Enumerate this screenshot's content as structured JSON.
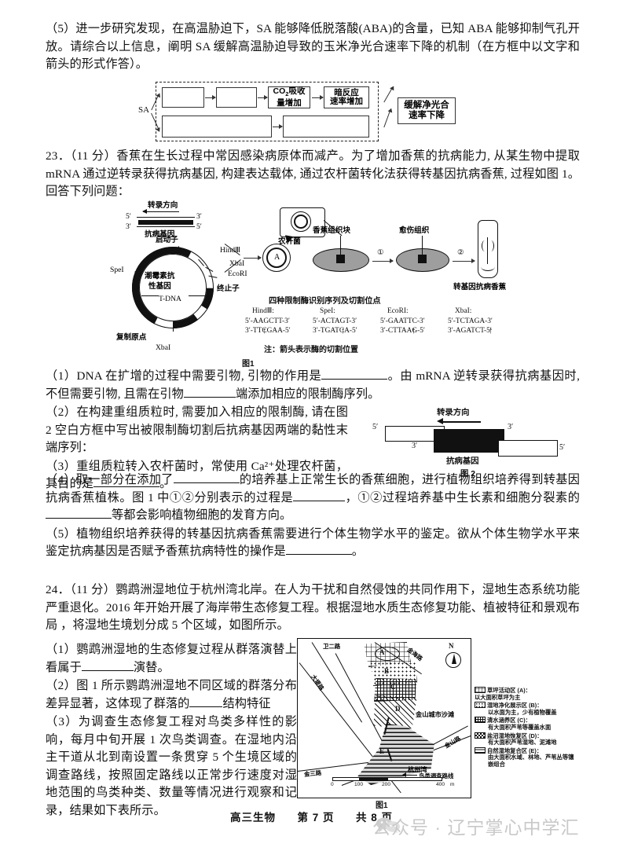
{
  "question22": {
    "part5": "（5）进一步研究发现，在高温胁迫下，SA 能够降低脱落酸(ABA)的含量，已知 ABA 能够抑制气孔开放。请综合以上信息，阐明 SA 缓解高温胁迫导致的玉米净光合速率下降的机制（在方框中以文字和箭头的形式作答）。",
    "flow": {
      "source_label": "SA",
      "box_co2": "CO₂吸收量增加",
      "box_co2_line1": "CO",
      "box_co2_sub": "2",
      "box_co2_rest": "吸收",
      "box_co2_line2": "量增加",
      "box_dark_line1": "暗反应",
      "box_dark_line2": "速率增加",
      "box_result_line1": "缓解净光合",
      "box_result_line2": "速率下降",
      "empty_boxes": [
        "",
        "",
        "",
        ""
      ]
    }
  },
  "question23": {
    "stem": "23．（11 分）香蕉在生长过程中常因感染病原体而减产。为了增加香蕉的抗病能力, 从某生物中提取 mRNA 通过逆转录获得抗病基因, 构建表达载体, 通过农杆菌转化法获得转基因抗病香蕉, 过程如图 1。回答下列问题：",
    "figure1": {
      "caption": "图1",
      "transcription_direction": "转录方向",
      "gene_label": "抗病基因",
      "five_prime": "5′",
      "three_prime": "3′",
      "plasmid": {
        "promoter": "启动子",
        "terminator": "终止子",
        "resistance_gene_line1": "潮霉素抗",
        "resistance_gene_line2": "性基因",
        "tdna": "T-DNA",
        "origin": "复制原点",
        "sites": [
          "SpeI",
          "HindⅢ",
          "XbaI",
          "EcoRI",
          "XbaI"
        ]
      },
      "agrobacterium": "农杆菌",
      "agro_letter": "A",
      "banana_tissue": "香蕉组织块",
      "callus": "愈伤组织",
      "transgenic_banana": "转基因抗病香蕉",
      "step1": "①",
      "step2": "②",
      "enzyme_title": "四种限制酶识别序列及切割位点",
      "enzymes": [
        {
          "name": "HindⅢ:",
          "top": "5′-AAGCTT-3′",
          "bottom": "3′-TTCGAA-5′"
        },
        {
          "name": "SpeI:",
          "top": "5′-ACTAGT-3′",
          "bottom": "3′-TGATCA-5′"
        },
        {
          "name": "EcoRI:",
          "top": "5′-GAATTC-3′",
          "bottom": "3′-CTTAAG-5′"
        },
        {
          "name": "XbaI:",
          "top": "5′-TCTAGA-3′",
          "bottom": "3′-AGATCT-5′"
        }
      ],
      "note": "注：箭头表示酶的切割位置"
    },
    "part1_a": "（1）DNA 在扩增的过程中需要引物, 引物的作用是",
    "part1_b": "。由 mRNA 逆转录获得抗病基因时, 不但需要引物, 且需在引物",
    "part1_c": "端添加相应的限制酶序列。",
    "part2": "（2）在构建重组质粒时, 需要加入相应的限制酶, 请在图 2 空白方框中写出被限制酶切割后抗病基因两端的黏性末端序列：",
    "part3_a": "（3）重组质粒转入农杆菌时，常使用 Ca²⁺处理农杆菌，其目的是",
    "part3_b": "。",
    "part4_a": "（4）取一部分在添加了",
    "part4_b": "的培养基上正常生长的香蕉细胞，进行植物组织培养得到转基因抗病香蕉植株。图 1 中①②分别表示的过程是",
    "part4_c": "，①②过程培养基中生长素和细胞分裂素的",
    "part4_d": "等都会影响植物细胞的发育方向。",
    "part5_a": "（5）植物组织培养获得的转基因抗病香蕉需要进行个体生物学水平的鉴定。欲从个体生物学水平来鉴定抗病基因是否赋予香蕉抗病特性的操作是",
    "part5_b": "。",
    "figure2": {
      "caption": "图 2",
      "transcription_direction": "转录方向",
      "gene_label": "抗病基因",
      "labels": [
        "5′",
        "3′",
        "3′",
        "5′"
      ]
    }
  },
  "question24": {
    "stem": "24．（11 分）鹦鹉洲湿地位于杭州湾北岸。在人为干扰和自然侵蚀的共同作用下，湿地生态系统功能严重退化。2016 年开始开展了海岸带生态修复工程。根据湿地水质生态修复功能、植被特征和景观布局 ，将湿地生境划分成 5 个区域，如图所示。",
    "part1_a": "（1）鹦鹉洲湿地的生态修复过程从群落演替上看属于",
    "part1_b": "演替。",
    "part2_a": "（2）图 1 所示鹦鹉洲湿地不同区域的群落分布差异显著，这体现了群落的",
    "part2_b": "结构特征",
    "part3": "（3）为调查生态修复工程对鸟类多样性的影响，每月中旬开展 1 次鸟类调查。在湿地内沿主干道从北到南设置一条贯穿 5 个生境区域的调查路线，按照固定路线以正常步行速度对湿地范围的鸟类种类、数量等情况进行观察和记录，结果如下表所示。",
    "map": {
      "caption": "图1",
      "north": "N",
      "roads": [
        "卫二路",
        "大堤路",
        "金三路",
        "金海路",
        "金山路"
      ],
      "place_beach": "金山城市沙滩",
      "place_bay": "杭州湾",
      "route_label": "鸟类调查路线",
      "zones": [
        "A",
        "B",
        "C",
        "D",
        "E"
      ],
      "scale_ticks": [
        "0",
        "100",
        "200",
        "400"
      ],
      "scale_unit": "m",
      "legend": [
        {
          "title": "草坪活动区 (A)：",
          "desc": "以大面积草坪为主",
          "pattern": "grid-light"
        },
        {
          "title": "湿地净化展示区 (B)：",
          "desc": "以水面为主，少有植物覆盖",
          "pattern": "dots"
        },
        {
          "title": "清水涵养区 (C)：",
          "desc": "有大面积芦苇等覆盖水面",
          "pattern": "grid-dark"
        },
        {
          "title": "盐沼湿地恢复区 (D)：",
          "desc": "有大面积芦苇湿地、泥滩地",
          "pattern": "checker"
        },
        {
          "title": "自然湿地复合区 (E)：",
          "desc": "由大面积水域、林地、芦苇丛等镶嵌组合",
          "pattern": "stripes"
        }
      ]
    }
  },
  "footer": {
    "subject": "高三生物",
    "page": "第 7 页",
    "total": "共 8 页"
  },
  "watermark": {
    "text": "公众号 · 辽宁掌心中学汇"
  },
  "colors": {
    "ink": "#111111",
    "watermark": "#c9c9c9",
    "tissue_gray": "#9e9e9e"
  }
}
